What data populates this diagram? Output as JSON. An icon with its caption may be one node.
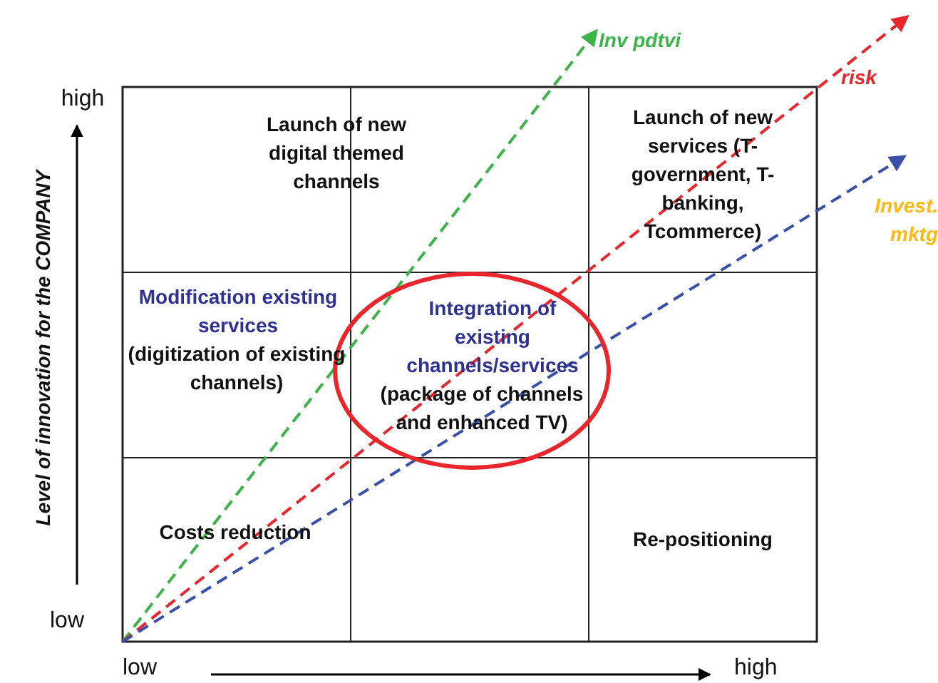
{
  "diagram": {
    "nodes": [
      {
        "text": [
          "Integration of existing channels/services",
          "(package of channels and enhanced TV)"
        ]
      }
    ],
    "edges": [],
    "labels": [
      "high",
      "Launch of new digital themed channels",
      "Inv pdtvi",
      "risk",
      "Launch of new services (T-government, T-banking, Tcommerce)",
      "Invest. mktg",
      "Level of innovation for the COMPANY",
      "Modification existing services",
      "(digitization of existing channels)",
      "Costs reduction",
      "Re-positioning",
      "low",
      "low",
      "high"
    ]
  }
}
